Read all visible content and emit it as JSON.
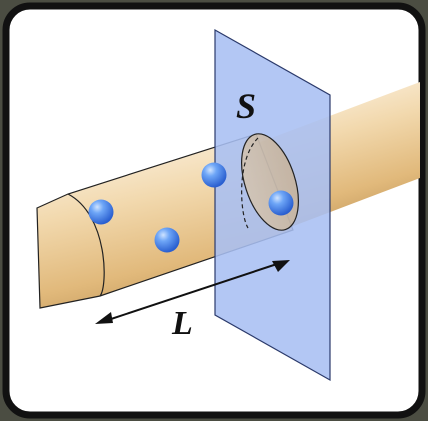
{
  "diagram": {
    "labels": {
      "surface": "S",
      "length": "L"
    },
    "colors": {
      "outer_background": "#4b4d42",
      "card_background": "#ffffff",
      "card_border": "#111111",
      "wire": "#e8c690",
      "wire_shadow": "#c49a5d",
      "plane": "#a9bff3",
      "plane_edge": "#2b3a6b",
      "charge": "#4a8ef0",
      "charge_highlight": "#cfe3ff"
    },
    "particles_count": 4
  }
}
